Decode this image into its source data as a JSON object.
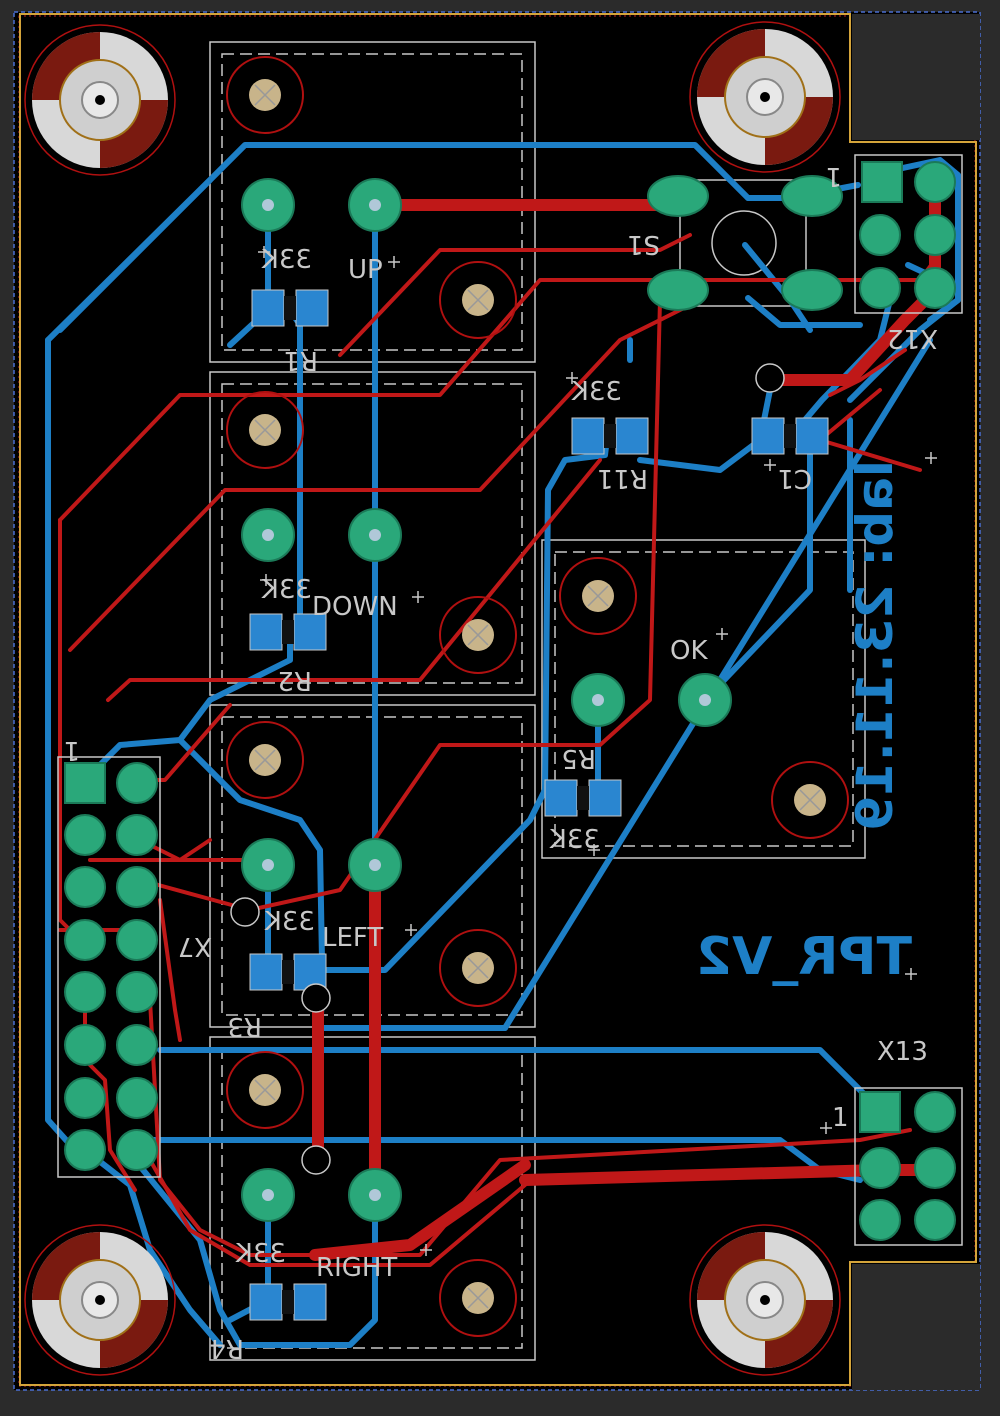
{
  "colors": {
    "background": "#000000",
    "outer": "#2b2b2b",
    "board_outline": "#d4a43a",
    "top_copper": "#c01818",
    "bottom_copper": "#1d7fc6",
    "pad": "#2aa87a",
    "silk": "#c8c8c8",
    "bottom_silk": "#1d7fc6",
    "hole_ring": "#b01010",
    "mount_light": "#d8d8d8",
    "mount_dark": "#7a1a10"
  },
  "buttons": [
    {
      "id": "up",
      "label": "UP"
    },
    {
      "id": "down",
      "label": "DOWN"
    },
    {
      "id": "left",
      "label": "LEFT"
    },
    {
      "id": "right",
      "label": "RIGHT"
    },
    {
      "id": "ok",
      "label": "OK"
    }
  ],
  "resistors": [
    {
      "id": "r1",
      "ref": "R1",
      "value": "33K"
    },
    {
      "id": "r2",
      "ref": "R2",
      "value": "33K"
    },
    {
      "id": "r3",
      "ref": "R3",
      "value": "33K"
    },
    {
      "id": "r4",
      "ref": "R4",
      "value": "33K"
    },
    {
      "id": "r5",
      "ref": "R5",
      "value": "33K"
    },
    {
      "id": "r11",
      "ref": "R11",
      "value": "33K"
    }
  ],
  "capacitor": {
    "ref": "C1"
  },
  "switch": {
    "ref": "S1"
  },
  "connectors": {
    "x12": {
      "ref": "X12",
      "pin1": "1"
    },
    "x13": {
      "ref": "X13",
      "pin1": "1"
    },
    "left_header": {
      "ref": "X7",
      "pin1": "1"
    }
  },
  "board_label": "TPR_V2",
  "layer_label": "lab: 23.11.19"
}
